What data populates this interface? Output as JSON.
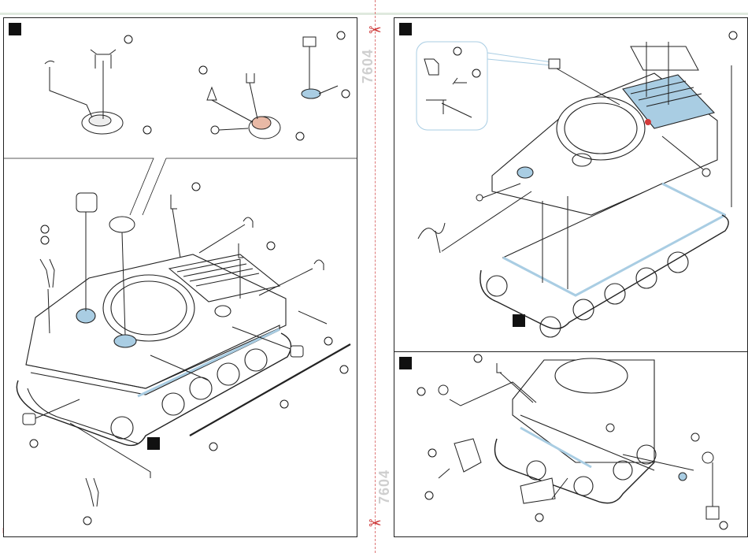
{
  "sheet_code": "7604",
  "sheet_code_bottom": "7604",
  "scissors_symbol": "✂",
  "icons": {
    "cut_marker": "scissors-icon",
    "step_marker": "step-number-box",
    "part_type_a": "circled-arrow-icon",
    "part_type_b": "circled-dot-icon"
  },
  "colors": {
    "highlight_blue": "#a9cde3",
    "highlight_pink": "#e9b9a6",
    "highlight_red": "#d23a3a",
    "line": "#222222",
    "cut_line": "#dd7777",
    "top_band": "#dfe9de"
  }
}
